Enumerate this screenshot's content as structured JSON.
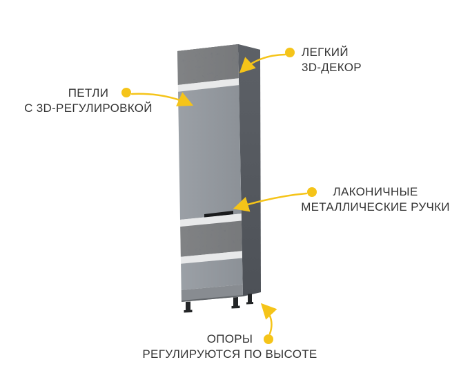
{
  "palette": {
    "accent_yellow": "#F5C419",
    "text": "#333333",
    "cabinet_front": "#94989d",
    "cabinet_side": "#54585e",
    "decor_panel": "#74777a",
    "divider_strip": "#e8e9ea",
    "handle": "#1a1b1d",
    "legs": "#232527"
  },
  "annotations": {
    "decor": {
      "lines": [
        "ЛЕГКИЙ",
        "3D-ДЕКОР"
      ]
    },
    "hinges": {
      "lines": [
        "ПЕТЛИ",
        "С 3D-РЕГУЛИРОВКОЙ"
      ]
    },
    "handles": {
      "lines": [
        "ЛАКОНИЧНЫЕ",
        "МЕТАЛЛИЧЕСКИЕ РУЧКИ"
      ]
    },
    "supports": {
      "lines": [
        "ОПОРЫ",
        "РЕГУЛИРУЮТСЯ ПО ВЫСОТЕ"
      ]
    }
  }
}
